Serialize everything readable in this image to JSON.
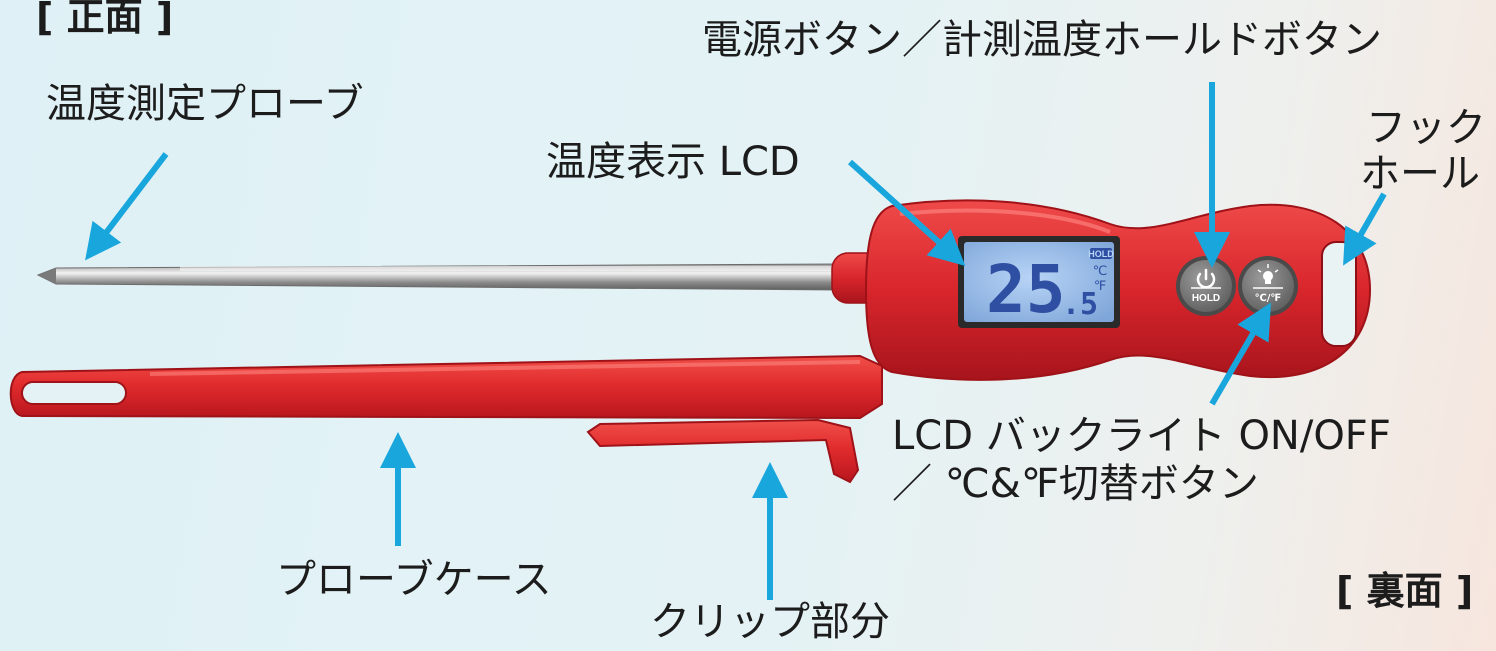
{
  "view_front": "[ 正面 ]",
  "view_back": "[ 裏面 ]",
  "labels": {
    "probe": "温度測定プローブ",
    "lcd": "温度表示 LCD",
    "power_hold": "電源ボタン／計測温度ホールドボタン",
    "hook_line1": "フック",
    "hook_line2": "ホール",
    "backlight_line1": "LCD バックライト ON/OFF",
    "backlight_line2": "／ ℃&℉切替ボタン",
    "case": "プローブケース",
    "clip": "クリップ部分"
  },
  "lcd_display": {
    "main": "25",
    "decimal": ".5",
    "hold": "HOLD",
    "unit_c": "℃",
    "unit_f": "℉"
  },
  "buttons": {
    "power_text": "HOLD",
    "unit_text": "℃/℉"
  },
  "colors": {
    "body_red": "#d8262c",
    "arrow_blue": "#18a6dc",
    "lcd_blue": "#8fb6e6",
    "digit_blue": "#2f4fa3",
    "button_gray": "#777777"
  }
}
